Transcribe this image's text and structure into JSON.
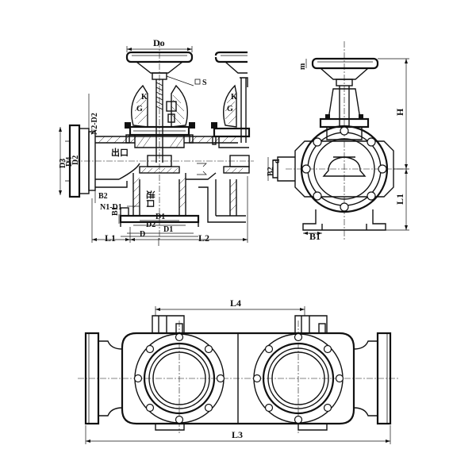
{
  "labels": {
    "do": "Do",
    "s": "S",
    "k_left": "K",
    "g_left": "G",
    "k_right": "K",
    "g_right": "G",
    "n2_d2": "N2-D2",
    "d3": "D3",
    "d4": "D4",
    "d2_left": "D2",
    "outlet": "出口",
    "b2_left": "B2",
    "n1_d1": "N1-D1",
    "b1_left": "B1",
    "inlet": "进口",
    "d1_upper": "D1",
    "d2_lower": "D2",
    "d1_lower": "D1",
    "d": "D",
    "l1_left": "L1",
    "l2": "L2",
    "m": "m",
    "h": "H",
    "b2_right": "B2",
    "d_right": "d",
    "l1_right": "L1",
    "b1_right": "B1",
    "l4": "L4",
    "l3": "L3"
  }
}
